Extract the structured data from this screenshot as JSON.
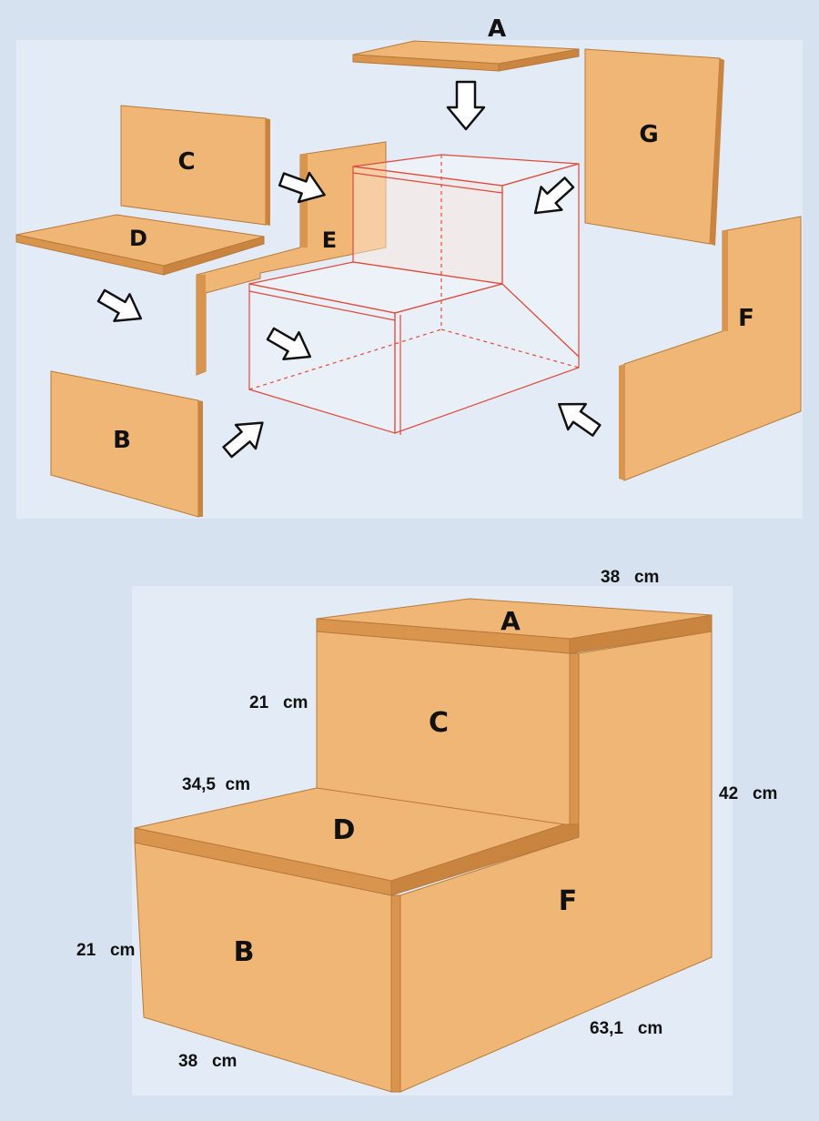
{
  "colors": {
    "background": "#d6e2ef",
    "panel_bg": "#e3ebf6",
    "wood_face": "#f0b675",
    "wood_side": "#d9944e",
    "wood_edge": "#b87a3a",
    "guide_line": "#e0493a"
  },
  "exploded": {
    "labels": {
      "A": "A",
      "B": "B",
      "C": "C",
      "D": "D",
      "E": "E",
      "F": "F",
      "G": "G"
    },
    "arrow_icons": [
      "arrow-down-icon",
      "arrow-right-icon",
      "arrow-right-icon",
      "arrow-right-icon",
      "arrow-right-icon",
      "arrow-down-left-icon",
      "arrow-up-left-icon"
    ]
  },
  "assembled": {
    "labels": {
      "A": "A",
      "B": "B",
      "C": "C",
      "D": "D",
      "F": "F"
    },
    "dimensions": {
      "top_width": "38   cm",
      "upper_height": "21   cm",
      "step_depth": "34,5  cm",
      "total_height": "42   cm",
      "lower_height": "21   cm",
      "total_length": "63,1   cm",
      "front_width": "38   cm"
    }
  }
}
